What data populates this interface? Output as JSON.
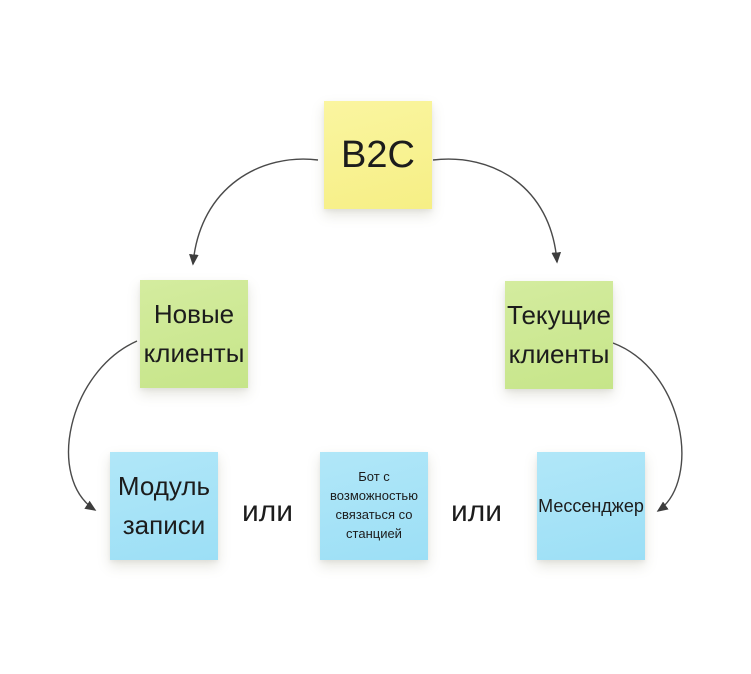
{
  "diagram": {
    "type": "sticky-note-mindmap",
    "background_color": "#ffffff",
    "connector_color": "#4a4a4a",
    "notes": [
      {
        "id": "b2c",
        "label": "B2C",
        "color": "#f7f18e",
        "level": "root"
      },
      {
        "id": "new-clients",
        "label": "Новые клиенты",
        "color": "#cdea9c",
        "level": "branch"
      },
      {
        "id": "current-clients",
        "label": "Текущие клиенты",
        "color": "#cdea9c",
        "level": "branch"
      },
      {
        "id": "booking-module",
        "label": "Модуль записи",
        "color": "#a6e3f8",
        "level": "leaf"
      },
      {
        "id": "station-bot",
        "label": "Бот с возможностью связаться со станцией",
        "color": "#a6e3f8",
        "level": "leaf"
      },
      {
        "id": "messenger",
        "label": "Мессенджер",
        "color": "#a6e3f8",
        "level": "leaf"
      }
    ],
    "connectors": [
      {
        "from": "b2c",
        "to": "new-clients"
      },
      {
        "from": "b2c",
        "to": "current-clients"
      },
      {
        "from": "new-clients",
        "to": "booking-module"
      },
      {
        "from": "current-clients",
        "to": "messenger"
      }
    ],
    "or_labels": [
      {
        "text": "или"
      },
      {
        "text": "или"
      }
    ]
  }
}
